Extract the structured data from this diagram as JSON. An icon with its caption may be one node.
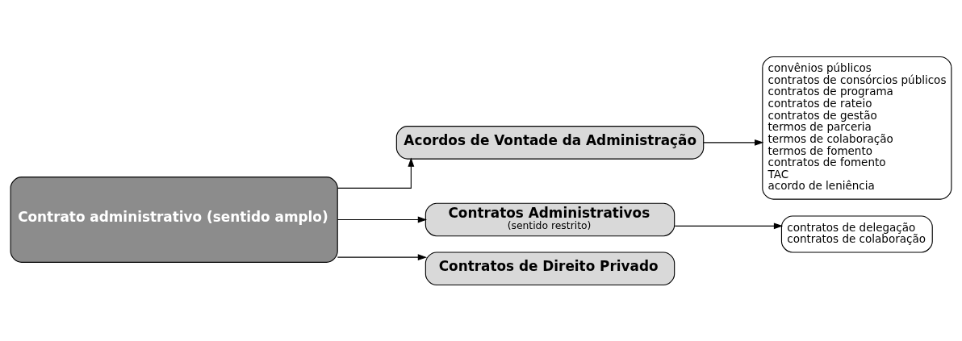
{
  "diagram": {
    "nodes": [
      {
        "text": [
          "Contrato administrativo (sentido amplo)"
        ]
      },
      {
        "text": [
          "Acordos de Vontade da Administração"
        ]
      },
      {
        "text": [
          "convênios públicos",
          "contratos de consórcios públicos",
          "contratos de programa",
          "contratos de rateio",
          "contratos de gestão",
          "termos de parceria",
          "termos de colaboração",
          "termos de fomento",
          "contratos de fomento",
          "TAC",
          "acordo de leniência"
        ]
      },
      {
        "text": [
          "Contratos Administrativos",
          "(sentido restrito)"
        ]
      },
      {
        "text": [
          "contratos de delegação",
          "contratos de colaboração"
        ]
      },
      {
        "text": [
          "Contratos de Direito Privado"
        ]
      }
    ],
    "edges": [
      {
        "from": 0,
        "to": 1,
        "arrow": "to"
      },
      {
        "from": 0,
        "to": 3,
        "arrow": "to"
      },
      {
        "from": 0,
        "to": 5,
        "arrow": "to"
      },
      {
        "from": 1,
        "to": 2,
        "arrow": "to"
      },
      {
        "from": 3,
        "to": 4,
        "arrow": "to"
      }
    ]
  }
}
